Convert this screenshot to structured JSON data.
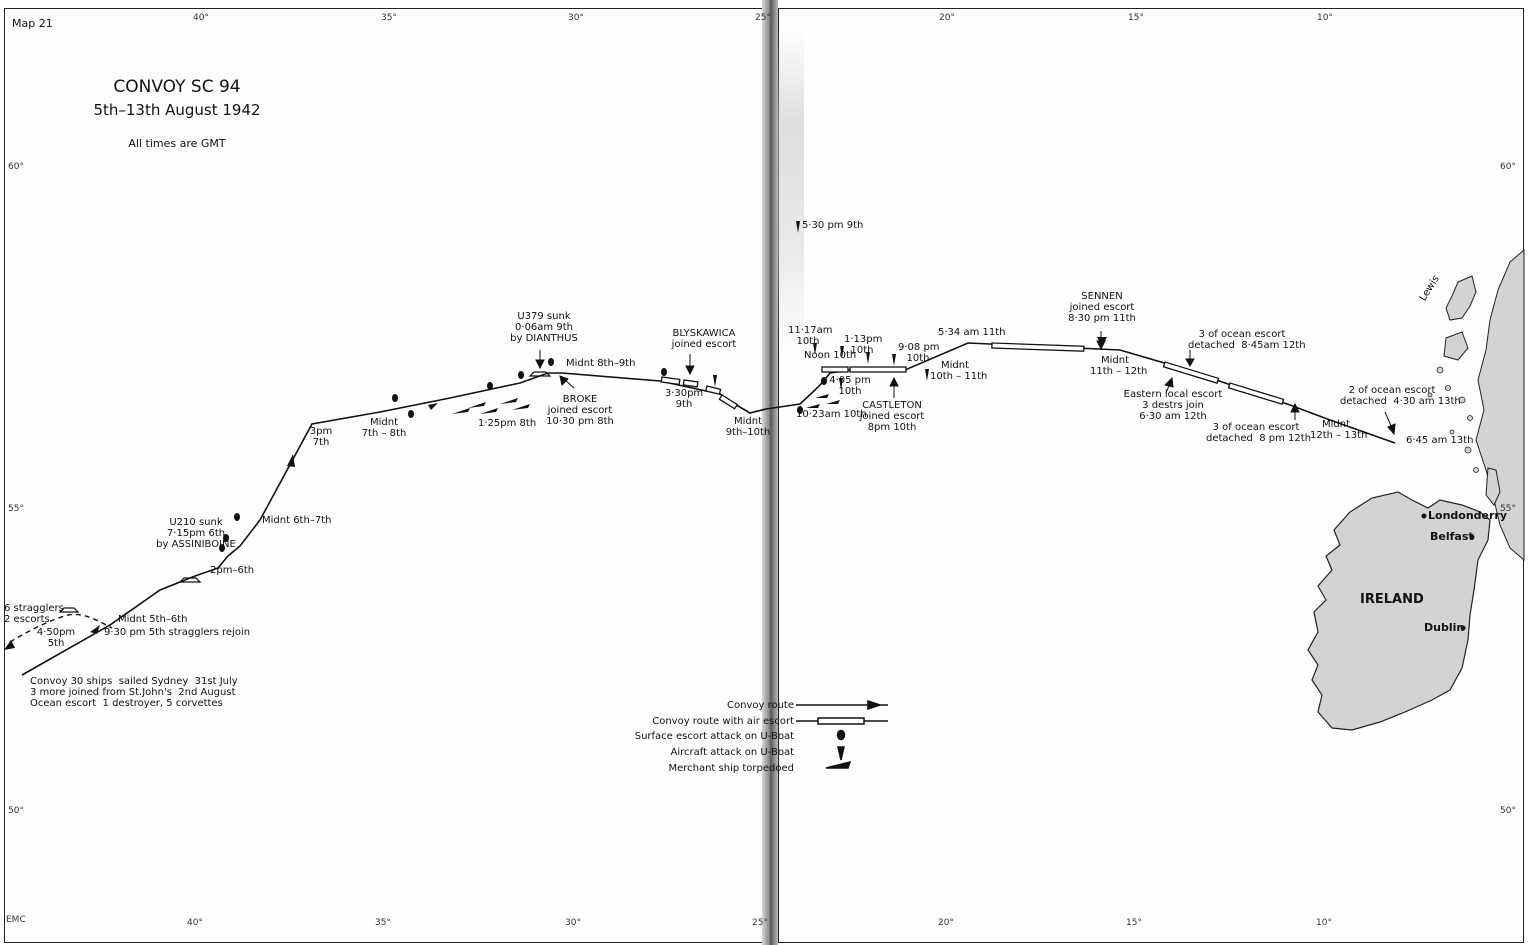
{
  "map": {
    "map_number": "Map 21",
    "title": "CONVOY  SC 94",
    "dates": "5th–13th  August 1942",
    "note": "All times are GMT",
    "credit": "EMC"
  },
  "graticule": {
    "longitudes_top_left": [
      "40°",
      "35°",
      "30°",
      "25°"
    ],
    "longitudes_top_right": [
      "20°",
      "15°",
      "10°"
    ],
    "longitudes_bottom_left": [
      "40°",
      "35°",
      "30°",
      "25°"
    ],
    "longitudes_bottom_right": [
      "20°",
      "15°",
      "10°"
    ],
    "latitudes_left": [
      "60°",
      "55°",
      "50°"
    ],
    "latitudes_right": [
      "60°",
      "55°",
      "50°"
    ]
  },
  "annotations": {
    "stragglers": "6 stragglers\n2 escorts",
    "t_450pm": "4·50pm\n5th",
    "midnt_5_6": "Midnt 5th–6th",
    "rejoin": "9·30 pm 5th stragglers rejoin",
    "sailed": "Convoy 30 ships  sailed Sydney  31st July\n3 more joined from St.John's  2nd August\nOcean escort  1 destroyer, 5 corvettes",
    "pm2_6": "2pm–6th",
    "u210": "U210 sunk\n7·15pm 6th\nby ASSINIBOINE",
    "midnt_6_7": "Midnt  6th–7th",
    "pm3_7": "3pm\n7th",
    "midnt_7_8": "Midnt\n7th – 8th",
    "t_125pm": "1·25pm 8th",
    "u379": "U379 sunk\n0·06am 9th\nby DIANTHUS",
    "midnt_8_9": "Midnt  8th–9th",
    "broke": "BROKE\njoined escort\n10·30 pm 8th",
    "blyskawica": "BLYSKAWICA\njoined escort",
    "t_330pm": "3·30pm\n9th",
    "midnt_9_10": "Midnt\n9th–10th",
    "t_530pm": "5·30 pm 9th",
    "t_1117am": "11·17am\n10th",
    "t_113pm": "1·13pm\n10th",
    "noon_10": "Noon 10th",
    "t_405pm": "4·05 pm\n10th",
    "t_1023am": "10·23am 10th",
    "t_908pm": "9·08 pm\n10th",
    "castleton": "CASTLETON\njoined escort\n8pm 10th",
    "midnt_10_11": "Midnt\n10th – 11th",
    "t_534am": "5·34 am 11th",
    "sennen": "SENNEN\njoined escort\n8·30 pm 11th",
    "midnt_11_12": "Midnt\n11th – 12th",
    "three_detached_845": "3 of ocean escort\ndetached  8·45am 12th",
    "eastern_local": "Eastern local escort\n3 destrs join\n6·30 am 12th",
    "three_detached_8pm": "3 of ocean escort\ndetached  8 pm 12th",
    "midnt_12_13": "Midnt\n12th – 13th",
    "two_detached": "2 of ocean escort\ndetached  4·30 am 13th",
    "t_645am": "6·45 am 13th"
  },
  "places": {
    "lewis": "Lewis",
    "ireland": "IRELAND",
    "londonderry": "Londonderry",
    "belfast": "Belfast",
    "dublin": "Dublin"
  },
  "legend": [
    "Convoy route",
    "Convoy route with air escort",
    "Surface escort attack on U-Boat",
    "Aircraft attack on U-Boat",
    "Merchant ship torpedoed"
  ]
}
